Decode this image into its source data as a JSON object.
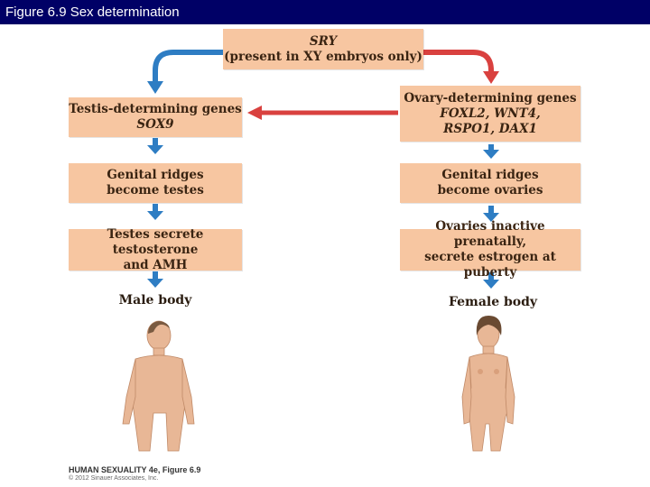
{
  "header": {
    "title": "Figure 6.9  Sex determination"
  },
  "sry": {
    "gene": "SRY",
    "note": "(present in XY embryos only)"
  },
  "male": {
    "step1_line1": "Testis-determining genes",
    "step1_line2": "SOX9",
    "step2_line1": "Genital ridges",
    "step2_line2": "become testes",
    "step3_line1": "Testes secrete testosterone",
    "step3_line2": "and AMH",
    "result": "Male body"
  },
  "female": {
    "step1_line1": "Ovary-determining genes",
    "step1_line2": "FOXL2, WNT4,",
    "step1_line3": "RSPO1, DAX1",
    "step2_line1": "Genital ridges",
    "step2_line2": "become ovaries",
    "step3_line1": "Ovaries inactive prenatally,",
    "step3_line2": "secrete estrogen at puberty",
    "result": "Female body"
  },
  "credit": {
    "line1": "HUMAN SEXUALITY 4e, Figure 6.9",
    "line2": "© 2012 Sinauer Associates, Inc."
  },
  "colors": {
    "box": "#f7c6a1",
    "male_arrow": "#2e7dc3",
    "female_arrow": "#d9413f",
    "title_bar": "#000066",
    "skin": "#e8b796"
  }
}
